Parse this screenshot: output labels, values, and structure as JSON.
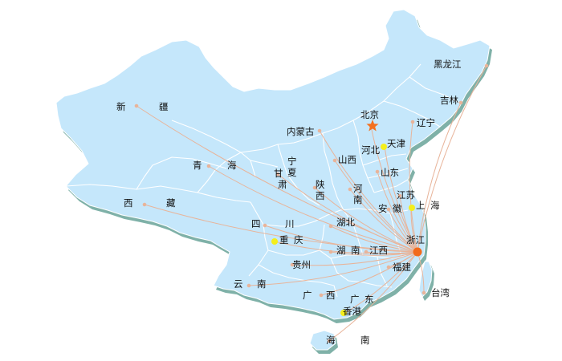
{
  "hub": "浙江",
  "capital_label": "北京",
  "colors": {
    "land": "#c5e7fb",
    "land_shadow": "#7fb1a8",
    "border": "#ffffff",
    "route_line": "#e8b49a",
    "hub_marker": "#f26a1b",
    "city_marker": "#f4ee1c",
    "capital_star": "#f3701f",
    "text": "#111111"
  },
  "provinces": [
    {
      "id": "heilongjiang",
      "label": "黑龙江"
    },
    {
      "id": "jilin",
      "label": "吉林"
    },
    {
      "id": "liaoning",
      "label": "辽宁"
    },
    {
      "id": "xinjiang_1",
      "label": "新"
    },
    {
      "id": "xinjiang_2",
      "label": "疆"
    },
    {
      "id": "neimenggu",
      "label": "内蒙古"
    },
    {
      "id": "beijing",
      "label": "北京"
    },
    {
      "id": "tianjin",
      "label": "天津"
    },
    {
      "id": "hebei",
      "label": "河北"
    },
    {
      "id": "qinghai_1",
      "label": "青"
    },
    {
      "id": "qinghai_2",
      "label": "海"
    },
    {
      "id": "ningxia_1",
      "label": "宁"
    },
    {
      "id": "ningxia_2",
      "label": "夏"
    },
    {
      "id": "gansu_1",
      "label": "甘"
    },
    {
      "id": "gansu_2",
      "label": "肃"
    },
    {
      "id": "shanxi",
      "label": "山西"
    },
    {
      "id": "shandong",
      "label": "山东"
    },
    {
      "id": "shaanxi_1",
      "label": "陕"
    },
    {
      "id": "shaanxi_2",
      "label": "西"
    },
    {
      "id": "henan_1",
      "label": "河"
    },
    {
      "id": "henan_2",
      "label": "南"
    },
    {
      "id": "jiangsu",
      "label": "江苏"
    },
    {
      "id": "xizang_1",
      "label": "西"
    },
    {
      "id": "xizang_2",
      "label": "藏"
    },
    {
      "id": "anhui_1",
      "label": "安"
    },
    {
      "id": "anhui_2",
      "label": "徽"
    },
    {
      "id": "shanghai_1",
      "label": "上"
    },
    {
      "id": "shanghai_2",
      "label": "海"
    },
    {
      "id": "sichuan_1",
      "label": "四"
    },
    {
      "id": "sichuan_2",
      "label": "川"
    },
    {
      "id": "hubei",
      "label": "湖北"
    },
    {
      "id": "zhejiang",
      "label": "浙江"
    },
    {
      "id": "chongqing_1",
      "label": "重"
    },
    {
      "id": "chongqing_2",
      "label": "庆"
    },
    {
      "id": "guizhou",
      "label": "贵州"
    },
    {
      "id": "hunan_1",
      "label": "湖"
    },
    {
      "id": "hunan_2",
      "label": "南"
    },
    {
      "id": "jiangxi",
      "label": "江西"
    },
    {
      "id": "fujian",
      "label": "福建"
    },
    {
      "id": "yunnan_1",
      "label": "云"
    },
    {
      "id": "yunnan_2",
      "label": "南"
    },
    {
      "id": "guangxi_1",
      "label": "广"
    },
    {
      "id": "guangxi_2",
      "label": "西"
    },
    {
      "id": "guangdong_1",
      "label": "广"
    },
    {
      "id": "guangdong_2",
      "label": "东"
    },
    {
      "id": "xianggang",
      "label": "香港"
    },
    {
      "id": "taiwan",
      "label": "台湾"
    },
    {
      "id": "hainan_1",
      "label": "海"
    },
    {
      "id": "hainan_2",
      "label": "南"
    }
  ]
}
